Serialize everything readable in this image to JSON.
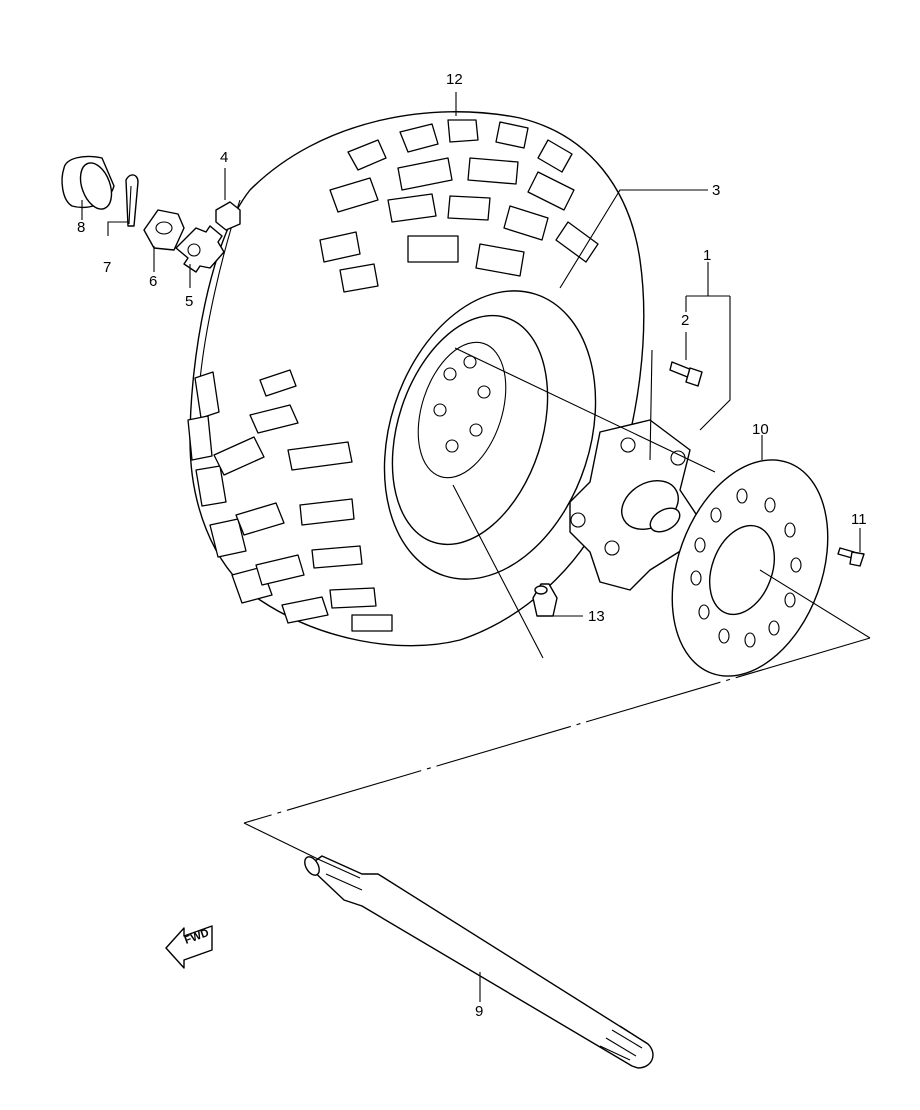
{
  "diagram": {
    "callouts": [
      {
        "id": "c1",
        "label": "1"
      },
      {
        "id": "c2",
        "label": "2"
      },
      {
        "id": "c3",
        "label": "3"
      },
      {
        "id": "c4",
        "label": "4"
      },
      {
        "id": "c5",
        "label": "5"
      },
      {
        "id": "c6",
        "label": "6"
      },
      {
        "id": "c7",
        "label": "7"
      },
      {
        "id": "c8",
        "label": "8"
      },
      {
        "id": "c9",
        "label": "9"
      },
      {
        "id": "c10",
        "label": "10"
      },
      {
        "id": "c11",
        "label": "11"
      },
      {
        "id": "c12",
        "label": "12"
      },
      {
        "id": "c13",
        "label": "13"
      }
    ],
    "fwd_label": "FWD"
  },
  "colors": {
    "line": "#000000",
    "background": "#ffffff"
  }
}
